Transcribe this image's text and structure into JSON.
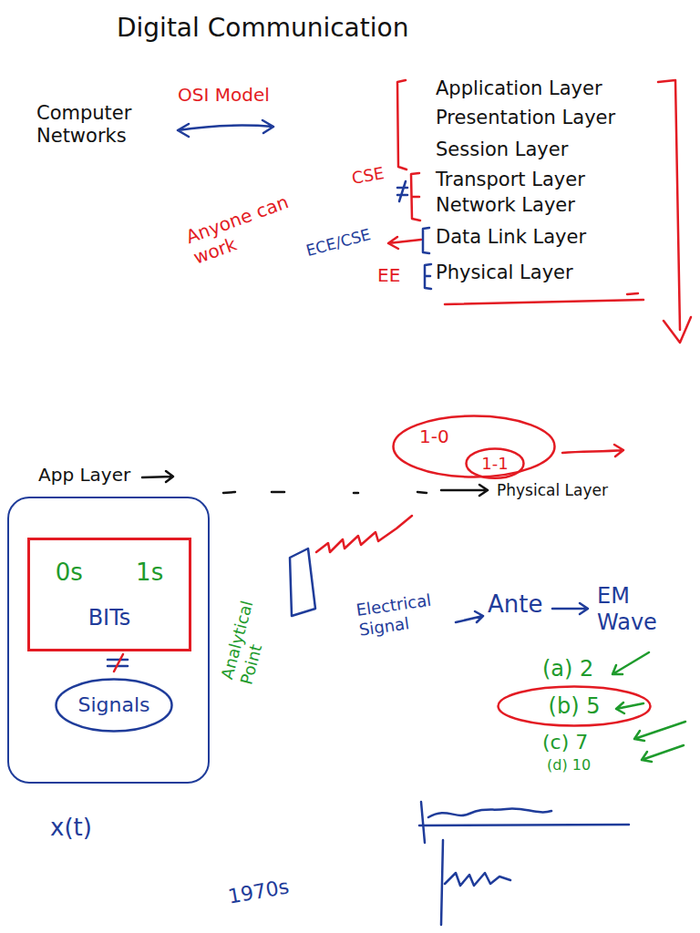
{
  "diagram": {
    "title": "Digital Communication",
    "nodes": [
      {
        "text": [
          "1-0"
        ]
      },
      {
        "text": [
          "1-1"
        ],
        "in": 0
      },
      {
        "text": [
          "App Layer"
        ]
      },
      {
        "text": [
          "0s 1s",
          "BITs"
        ],
        "in": 2
      },
      {
        "text": [
          "Signals"
        ],
        "in": 2
      },
      {
        "text": [
          "(b) 5"
        ]
      }
    ],
    "labels": [
      "Computer Networks",
      "OSI Model",
      "Application Layer",
      "Presentation Layer",
      "Session Layer",
      "Transport Layer",
      "Network Layer",
      "Data Link Layer",
      "Physical Layer",
      "CSE",
      "Anyone can work",
      "ECE/CSE",
      "EE",
      "Physical Layer",
      "Analytical Point",
      "Electrical Signal",
      "Ante",
      "EM Wave",
      "(a) 2",
      "(c) 7",
      "(d) 10",
      "x(t)",
      "1970s"
    ]
  }
}
